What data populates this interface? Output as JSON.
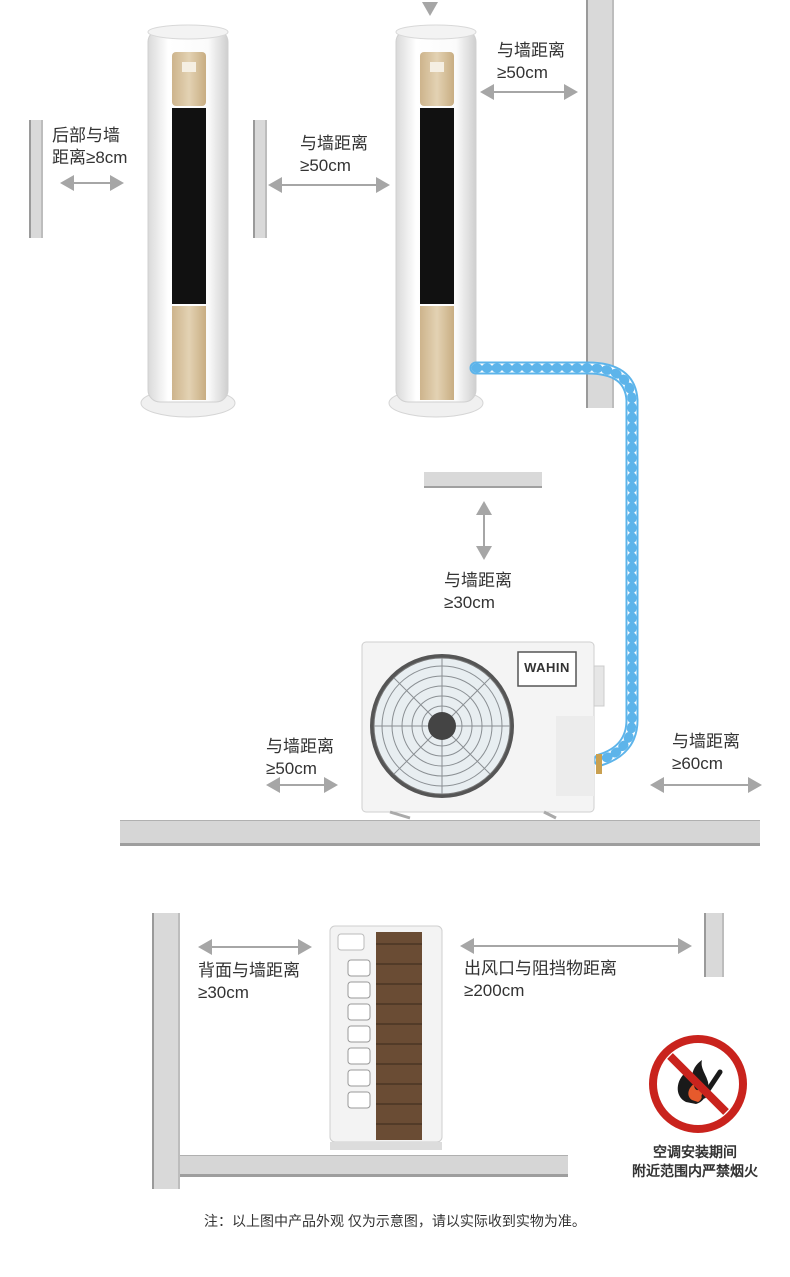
{
  "top": {
    "left_rear_label": [
      "后部与墙",
      "距离≥8cm"
    ],
    "middle_label": [
      "与墙距离",
      "≥50cm"
    ],
    "right_top_label": [
      "与墙距离",
      "≥50cm"
    ]
  },
  "outdoor": {
    "top_label": [
      "与墙距离",
      "≥30cm"
    ],
    "left_label": [
      "与墙距离",
      "≥50cm"
    ],
    "right_label": [
      "与墙距离",
      "≥60cm"
    ],
    "brand": "WAHIN"
  },
  "side": {
    "back_label": [
      "背面与墙距离",
      "≥30cm"
    ],
    "outlet_label": [
      "出风口与阻挡物距离",
      "≥200cm"
    ]
  },
  "warning": [
    "空调安装期间",
    "附近范围内严禁烟火"
  ],
  "note": "注：以上图中产品外观 仅为示意图，请以实际收到实物为准。",
  "colors": {
    "pipe": "#5db4ea",
    "wall": "#d9d9d9",
    "arrow": "#a6a6a6",
    "prohibit": "#c9231d",
    "gold_panel": "#d7c19d"
  }
}
